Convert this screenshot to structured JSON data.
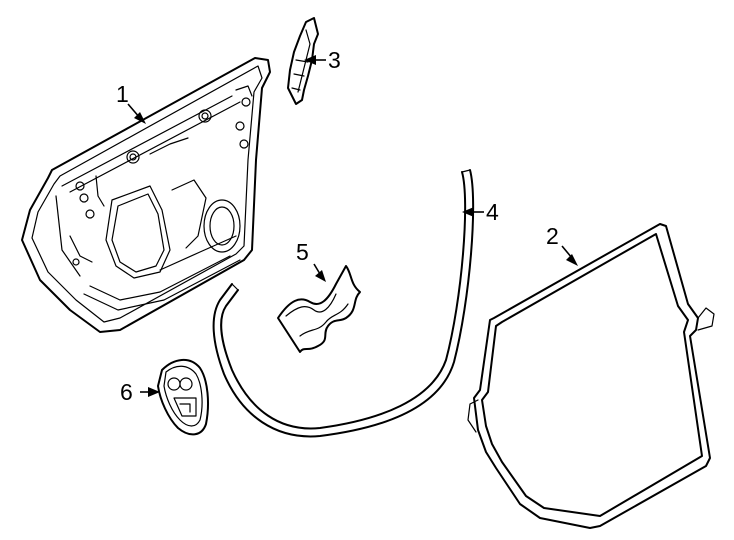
{
  "diagram": {
    "callouts": [
      {
        "id": "1",
        "number": "1"
      },
      {
        "id": "2",
        "number": "2"
      },
      {
        "id": "3",
        "number": "3"
      },
      {
        "id": "4",
        "number": "4"
      },
      {
        "id": "5",
        "number": "5"
      },
      {
        "id": "6",
        "number": "6"
      }
    ]
  },
  "colors": {
    "line": "#000000",
    "background": "#ffffff"
  }
}
